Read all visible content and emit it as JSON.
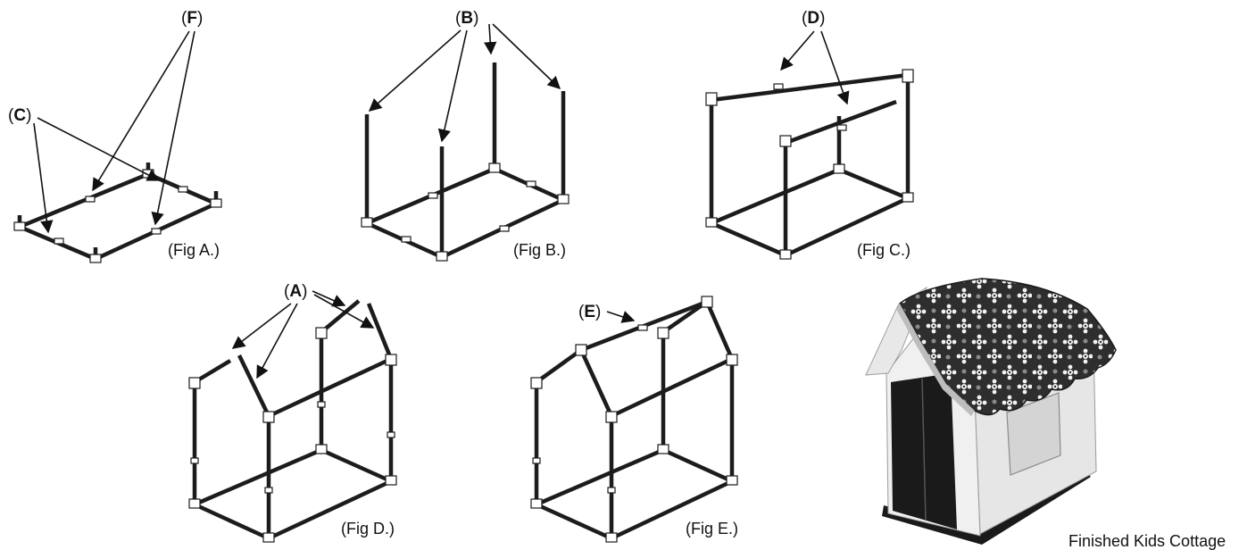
{
  "callouts": {
    "F": "F",
    "C": "C",
    "B": "B",
    "D": "D",
    "A": "A",
    "E": "E"
  },
  "captions": {
    "fig_a": "(Fig A.)",
    "fig_b": "(Fig B.)",
    "fig_c": "(Fig C.)",
    "fig_d": "(Fig D.)",
    "fig_e": "(Fig E.)",
    "finished": "Finished Kids Cottage"
  },
  "colors": {
    "pole": "#1c1c1c",
    "roof_fabric": "#3a3a3a",
    "wall_fabric": "#ececec",
    "door": "#1a1a1a"
  }
}
